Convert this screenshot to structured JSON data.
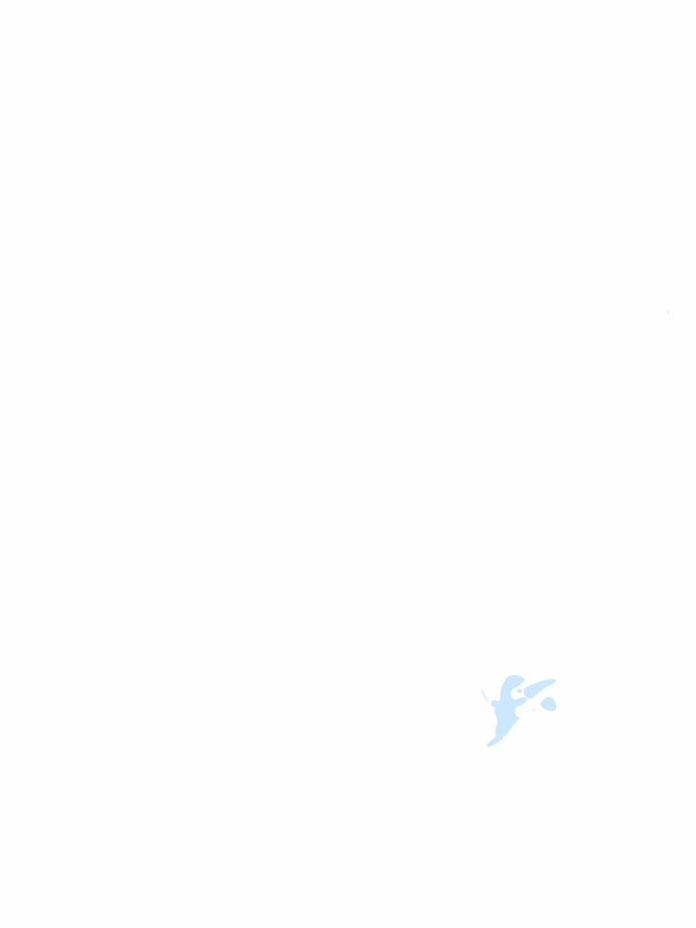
{
  "map": {
    "background_color": "#fefefe",
    "water_color": "#cce8ff",
    "water_faint_color": "#e3f2ff",
    "features": [
      {
        "kind": "water",
        "name": "water-body"
      },
      {
        "kind": "water",
        "name": "water-speck"
      }
    ]
  }
}
